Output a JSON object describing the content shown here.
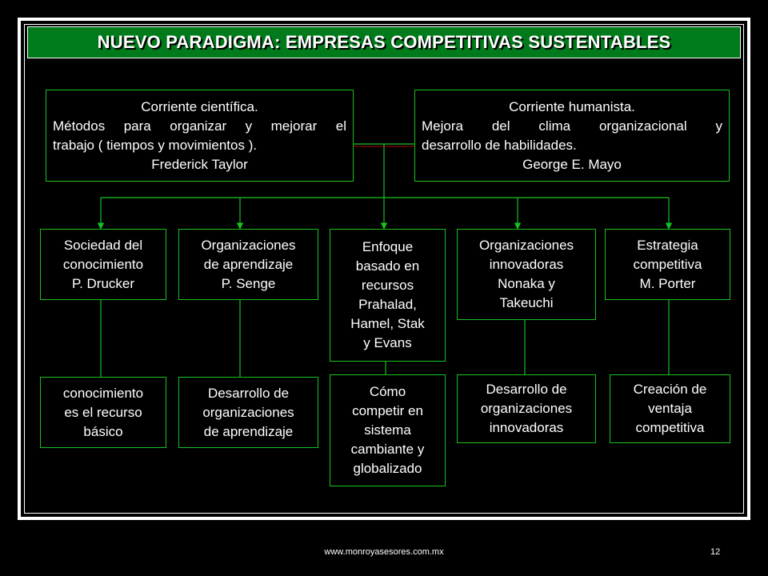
{
  "title": "NUEVO PARADIGMA: EMPRESAS COMPETITIVAS SUSTENTABLES",
  "top_boxes": [
    {
      "lines": [
        "Corriente científica.",
        "Métodos para organizar y mejorar el",
        "trabajo ( tiempos y movimientos ).",
        "Frederick Taylor"
      ]
    },
    {
      "lines": [
        "Corriente humanista.",
        "Mejora del clima organizacional y",
        "desarrollo de habilidades.",
        "George E. Mayo"
      ]
    }
  ],
  "middle_boxes": [
    {
      "lines": [
        "Sociedad del",
        "conocimiento",
        "P. Drucker"
      ]
    },
    {
      "lines": [
        "Organizaciones",
        "de aprendizaje",
        "P. Senge"
      ]
    },
    {
      "lines": [
        "Enfoque",
        "basado en",
        "recursos",
        "Prahalad,",
        "Hamel, Stak",
        "y Evans"
      ]
    },
    {
      "lines": [
        "Organizaciones",
        "innovadoras",
        "Nonaka y",
        "Takeuchi"
      ]
    },
    {
      "lines": [
        "Estrategia",
        "competitiva",
        "M. Porter"
      ]
    }
  ],
  "bottom_boxes": [
    {
      "lines": [
        "conocimiento",
        "es el recurso",
        "básico"
      ]
    },
    {
      "lines": [
        "Desarrollo de",
        "organizaciones",
        "de aprendizaje"
      ]
    },
    {
      "lines": [
        "Cómo",
        "competir en",
        "sistema",
        "cambiante y",
        "globalizado"
      ]
    },
    {
      "lines": [
        "Desarrollo de",
        "organizaciones",
        "innovadoras"
      ]
    },
    {
      "lines": [
        "Creación de",
        "ventaja",
        "competitiva"
      ]
    }
  ],
  "footer": {
    "url": "www.monroyasesores.com.mx",
    "page": "12"
  },
  "colors": {
    "background": "#000000",
    "title_bar": "#007a1a",
    "box_border": "#16c21f",
    "connector": "#16c21f",
    "accent_line": "#8b0000"
  }
}
